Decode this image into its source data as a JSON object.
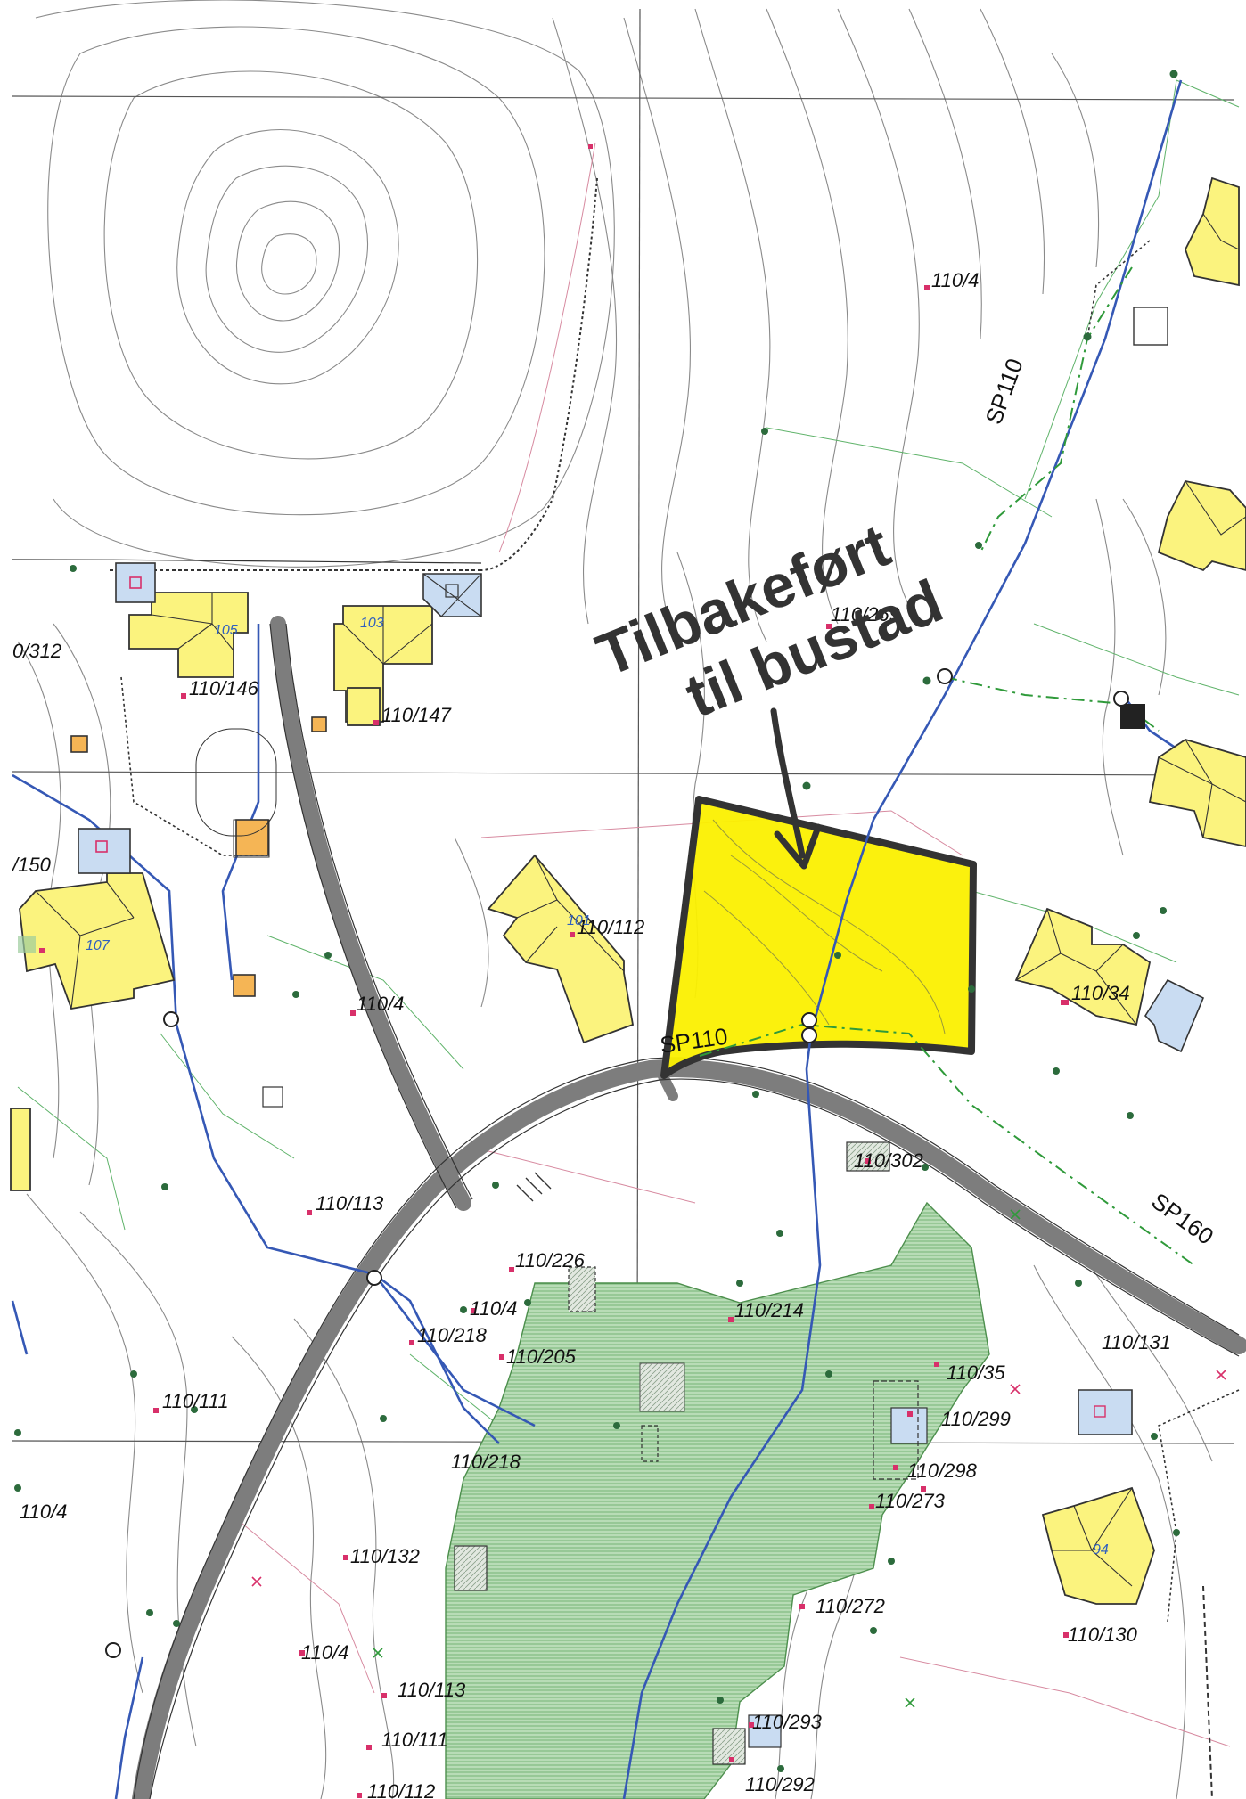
{
  "map": {
    "plots": [
      "110/4",
      "110/269",
      "0/312",
      "110/146",
      "110/147",
      "/150",
      "110/4",
      "110/112",
      "110/34",
      "110/302",
      "110/113",
      "110/226",
      "110/4",
      "110/214",
      "110/218",
      "110/205",
      "110/111",
      "110/131",
      "110/35",
      "110/299",
      "110/218",
      "110/298",
      "110/273",
      "110/4",
      "110/132",
      "110/272",
      "110/130",
      "110/4",
      "110/113",
      "110/111",
      "110/293",
      "110/112",
      "110/292"
    ],
    "house_numbers": [
      "105",
      "103",
      "107",
      "101",
      "94"
    ],
    "roads": [
      "SP110",
      "SP110",
      "SP160"
    ],
    "annotation": {
      "line1": "Tilbakeført",
      "line2": "til bustad"
    },
    "colors": {
      "highlight_parcel": "#fbf000",
      "building": "#fbf37e",
      "park_area": "#9ccc9c",
      "road": "#7d7d7d",
      "water_line": "#3558b5",
      "parcel_outline": "#333333"
    }
  }
}
